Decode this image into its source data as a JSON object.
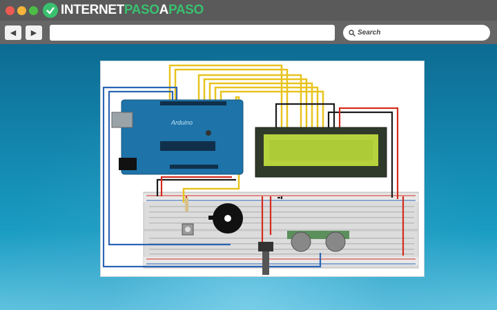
{
  "window": {
    "controls": [
      "close",
      "minimize",
      "maximize"
    ],
    "logo": {
      "brand_part1": "INTERNET",
      "brand_part2": "PASO",
      "brand_part3": "A",
      "brand_part4": "PASO",
      "icon": "logo-icon"
    }
  },
  "toolbar": {
    "back_icon": "back-icon",
    "forward_icon": "forward-icon",
    "address_value": "",
    "search_label": "Search"
  },
  "diagram": {
    "board_label": "Arduino",
    "components": [
      "arduino-uno",
      "lcd-16x2",
      "breadboard",
      "piezo-buzzer",
      "push-button",
      "potentiometer",
      "ultrasonic-sensor"
    ],
    "colors": {
      "background": "#1a8ab3",
      "lcd_screen": "#b6d23c",
      "board": "#1e73a8",
      "wire_yellow": "#e8c31e",
      "wire_red": "#d42a1c",
      "wire_blue": "#2a64b5",
      "wire_black": "#1a1a1a"
    }
  }
}
